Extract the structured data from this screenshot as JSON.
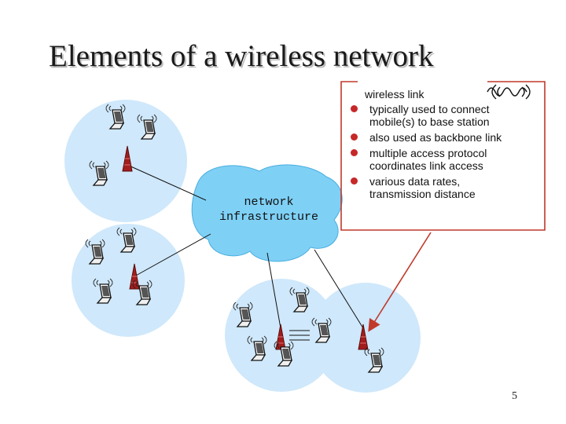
{
  "slide": {
    "title": "Elements of a wireless network",
    "page_number": "5"
  },
  "network": {
    "label_line1": "network",
    "label_line2": "infrastructure"
  },
  "callout": {
    "title": "wireless link",
    "bullets": [
      {
        "line1": "typically used to connect",
        "line2": "mobile(s) to base station"
      },
      {
        "line1": "also used as backbone link",
        "line2": ""
      },
      {
        "line1": "multiple access protocol",
        "line2": "coordinates link access"
      },
      {
        "line1": "various data rates,",
        "line2": "transmission distance"
      }
    ]
  },
  "colors": {
    "cell_fill": "#cfe8fb",
    "cloud_fill": "#7fd0f5",
    "callout_border": "#c0392b",
    "arrow": "#c0392b",
    "tower": "#a31d1d",
    "bullet": "#c62828"
  },
  "icons": [
    "laptop-icon",
    "base-station-icon",
    "signal-wave-icon"
  ]
}
